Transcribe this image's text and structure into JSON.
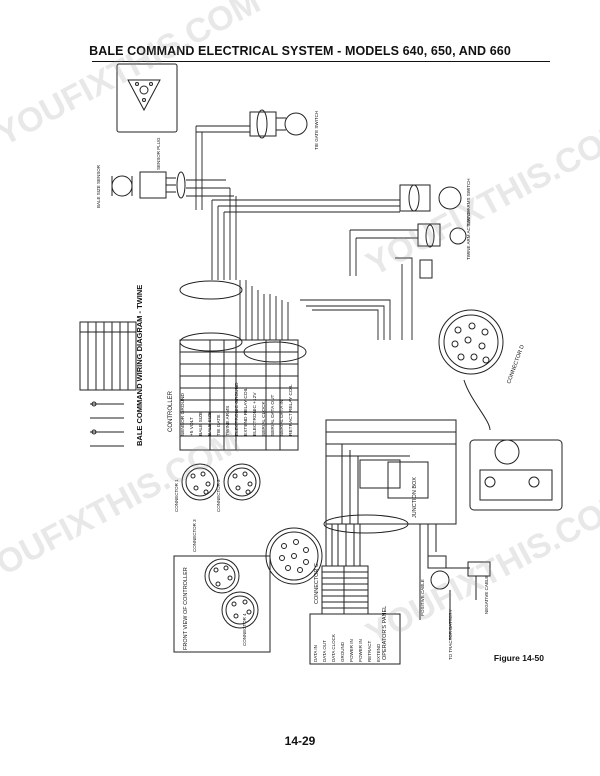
{
  "header": {
    "title": "BALE COMMAND ELECTRICAL SYSTEM - MODELS 640, 650, AND 660"
  },
  "diagram": {
    "legend_title": "BALE COMMAND WIRING DIAGRAM - TWINE",
    "controller_label": "CONTROLLER",
    "front_view_label": "FRONT VIEW OF CONTROLLER",
    "connector_c_label": "CONNECTOR C",
    "connector_d_label": "CONNECTOR D",
    "junction_box_label": "JUNCTION BOX",
    "operators_panel_label": "OPERATOR'S PANEL",
    "controller_signals": [
      "SENSOR GROUND",
      "+5 VOLT",
      "BALE SIZE",
      "BALE SIZE",
      "TIE GATE",
      "TWINE ARMS",
      "ELECTRONIC GROUND",
      "EXTEND RELAY COIL",
      "ELECTRONIC +12V",
      "SERIAL CLOCK",
      "SERIAL DATA OUT",
      "SERIAL DATA IN",
      "RETRACT RELAY COIL"
    ],
    "panel_signals": [
      "DATA IN",
      "DATA OUT",
      "DATA CLOCK",
      "GROUND",
      "POWER IN",
      "POWER IN",
      "RETRACT",
      "EXTEND"
    ],
    "component_labels": [
      "BALE SIZE SENSOR",
      "SENSOR PLUG",
      "TIE GATE SWITCH",
      "TWINE ARMS SWITCH",
      "TWINE ARM ACTUATOR",
      "CONNECTOR 1",
      "CONNECTOR 2",
      "CONNECTOR 3",
      "CONNECTOR 4",
      "POSITIVE CABLE",
      "NEGATIVE CABLE",
      "TO TRACTOR BATTERY"
    ]
  },
  "watermark": {
    "text": "YOUFIXTHIS.COM"
  },
  "footer": {
    "figure_label": "Figure 14-50",
    "page_number": "14-29"
  }
}
